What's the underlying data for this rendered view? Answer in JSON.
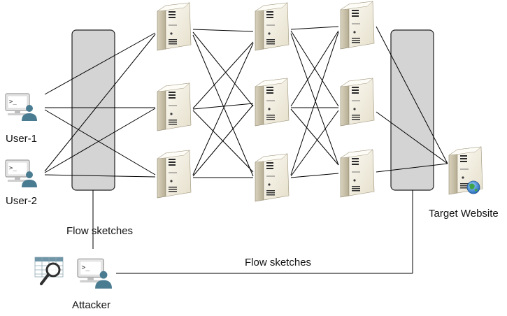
{
  "labels": {
    "user1": "User-1",
    "user2": "User-2",
    "attacker": "Attacker",
    "target": "Target Website",
    "flow_left": "Flow sketches",
    "flow_bottom": "Flow sketches"
  },
  "icons": {
    "user": "terminal-user-icon",
    "server": "server-tower-icon",
    "target": "web-server-globe-icon",
    "analysis": "table-magnifier-icon"
  },
  "colors": {
    "monitor_bar": "#d4d4d4",
    "monitor_bar_stroke": "#222222",
    "user_teal": "#4a7c91",
    "server_body": "#f3efe2",
    "line": "#000000"
  }
}
